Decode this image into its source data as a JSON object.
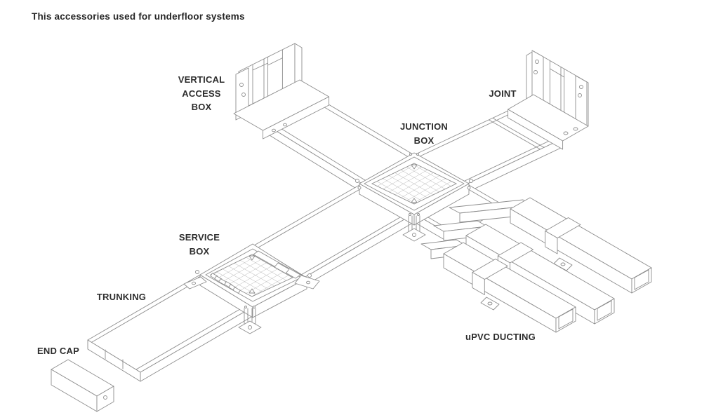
{
  "title": "This accessories used for underfloor systems",
  "labels": {
    "vertical_access_box": "VERTICAL\nACCESS\nBOX",
    "joint": "JOINT",
    "junction_box": "JUNCTION\nBOX",
    "service_box": "SERVICE\nBOX",
    "trunking": "TRUNKING",
    "end_cap": "END CAP",
    "upvc_ducting": "uPVC DUCTING"
  },
  "colors": {
    "background": "#ffffff",
    "line": "#8d8d8d",
    "text": "#2d2d2d"
  },
  "diagram": {
    "type": "isometric-line-drawing",
    "subject": "underfloor trunking system accessories",
    "parts": [
      "vertical access box",
      "joint",
      "junction box",
      "service box",
      "trunking",
      "end cap",
      "uPVC ducting"
    ]
  }
}
